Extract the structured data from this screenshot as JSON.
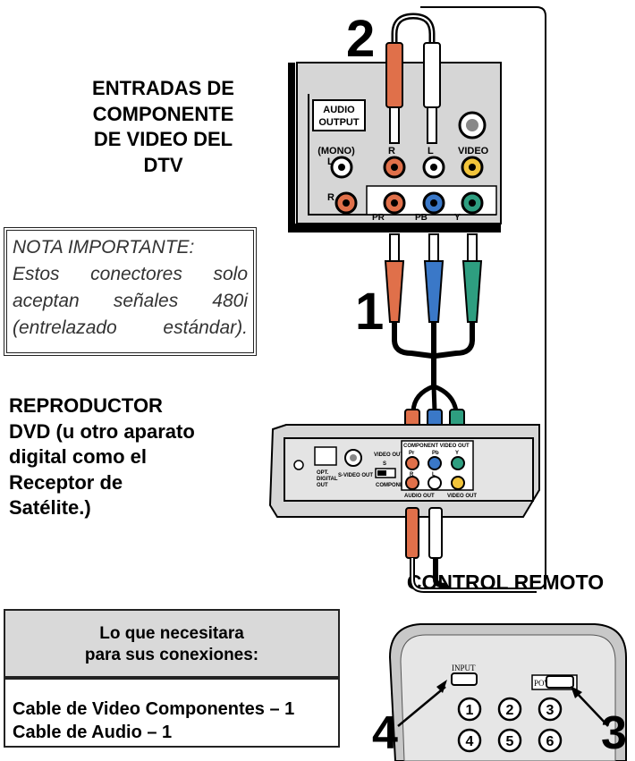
{
  "labels": {
    "tv_inputs": [
      "ENTRADAS DE",
      "COMPONENTE",
      "DE VIDEO DEL",
      "DTV"
    ],
    "player": [
      "REPRODUCTOR",
      "DVD (u otro aparato",
      "digital como el",
      "Receptor de",
      "Satélite.)"
    ],
    "remote": "CONTROL REMOTO"
  },
  "note": {
    "lines": [
      "NOTA IMPORTANTE:",
      "Estos conectores solo",
      "aceptan señales 480i",
      "(entrelazado estándar)."
    ]
  },
  "needs": {
    "header": [
      "Lo que necesitara",
      "para sus conexiones:"
    ],
    "items": [
      "Cable de Video Componentes – 1",
      "Cable de Audio – 1"
    ]
  },
  "steps": {
    "one": "1",
    "two": "2",
    "three": "3",
    "four": "4"
  },
  "tv_panel": {
    "audio_output": [
      "AUDIO",
      "OUTPUT"
    ],
    "mono": "(MONO)",
    "l": "L",
    "r": "R",
    "video": "VIDEO",
    "pr": "PR",
    "pb": "PB",
    "y": "Y"
  },
  "dvd_panel": {
    "component_out": "COMPONENT VIDEO OUT",
    "pr": "Pr",
    "pb": "Pb",
    "y": "Y",
    "r": "R",
    "l": "L",
    "audio_out": "AUDIO OUT",
    "video_out": "VIDEO OUT",
    "opt": [
      "OPT.",
      "DIGITAL",
      "OUT"
    ],
    "svideo": "S-VIDEO OUT",
    "select": [
      "VIDEO OUT SELECT",
      "S"
    ],
    "component": "COMPONENT"
  },
  "remote": {
    "input": "INPUT",
    "power": "POWER",
    "buttons": [
      "1",
      "2",
      "3",
      "4",
      "5",
      "6"
    ]
  },
  "colors": {
    "red_plug": "#e0704a",
    "blue_plug": "#3a78c8",
    "green_plug": "#2e9e80",
    "yellow_jack": "#f2c43a",
    "panel_gray": "#d6d6d6",
    "needs_header_bg": "#d9d9d9"
  }
}
